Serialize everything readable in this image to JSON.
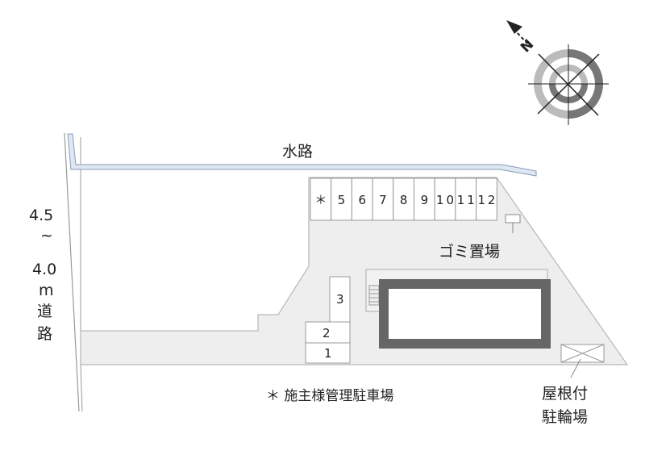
{
  "labels": {
    "waterway": "水路",
    "road_width_top": "4.5",
    "road_tilde": "~",
    "road_width_bottom": "4.0",
    "road_unit": "m",
    "road_kanji_1": "道",
    "road_kanji_2": "路",
    "garbage": "ゴミ置場",
    "bike_parking_1": "屋根付",
    "bike_parking_2": "駐輪場",
    "owner_parking_note": "＊ 施主様管理駐車場",
    "compass_north": "N"
  },
  "parking_top": [
    "＊",
    "5",
    "6",
    "7",
    "8",
    "9",
    "10",
    "11",
    "12"
  ],
  "parking_left": [
    "3",
    "2",
    "1"
  ],
  "colors": {
    "lot": "#eeeeee",
    "building": "#666666",
    "water": "#dde8f4"
  }
}
